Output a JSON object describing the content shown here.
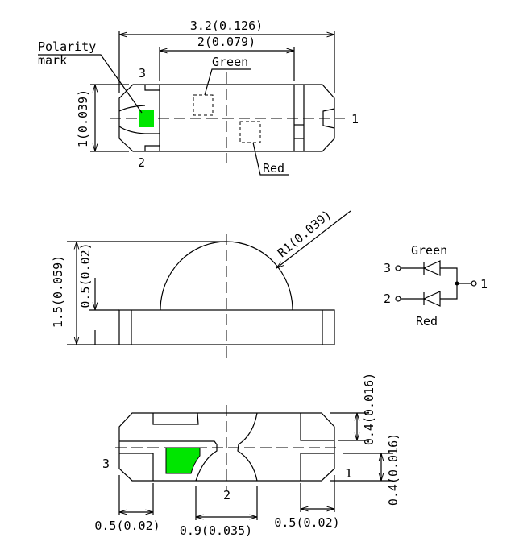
{
  "top_view": {
    "dim_overall_length": "3.2(0.126)",
    "dim_inner_length": "2(0.079)",
    "dim_width": "1(0.039)",
    "polarity_label_line1": "Polarity",
    "polarity_label_line2": "mark",
    "green_label": "Green",
    "red_label": "Red",
    "pin3": "3",
    "pin2": "2",
    "pin1": "1"
  },
  "side_view": {
    "dim_total_height": "1.5(0.059)",
    "dim_base_height": "0.5(0.02)",
    "dim_radius": "R1(0.039)"
  },
  "schematic": {
    "green_label": "Green",
    "red_label": "Red",
    "pin3": "3",
    "pin2": "2",
    "pin1": "1"
  },
  "bottom_view": {
    "dim_top_pad": "0.4(0.016)",
    "dim_bottom_pad": "0.4(0.016)",
    "dim_left_pad": "0.5(0.02)",
    "dim_center": "0.9(0.035)",
    "dim_right_pad": "0.5(0.02)",
    "pin3": "3",
    "pin2": "2",
    "pin1": "1"
  },
  "colors": {
    "polarity_mark": "#00e600"
  }
}
